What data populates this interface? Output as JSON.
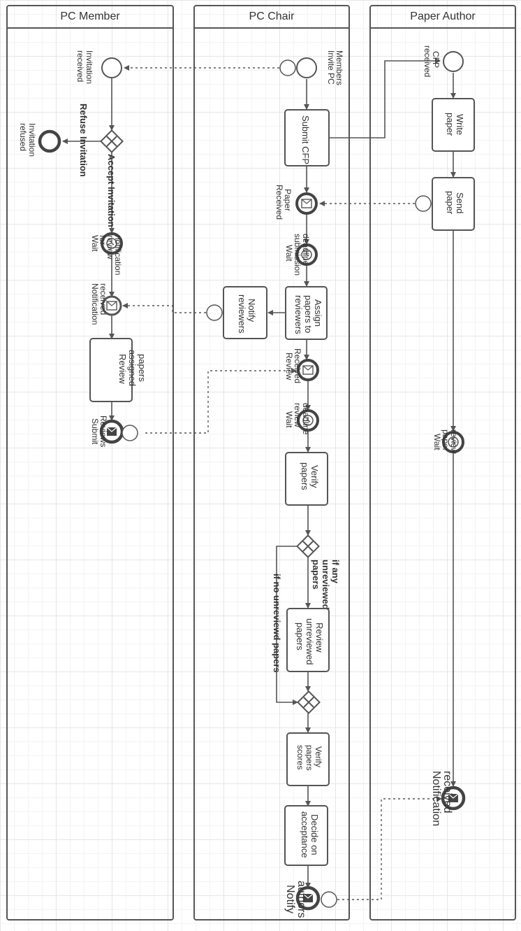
{
  "lanes": {
    "member": "PC Member",
    "chair": "PC Chair",
    "author": "Paper Author"
  },
  "member": {
    "invitation_received": [
      "Invitation",
      "received"
    ],
    "refuse_invitation": "Refuse Invitation",
    "invitation_refused": [
      "Invitation",
      "refused"
    ],
    "accept_invitation": "Accept Invitation",
    "wait_review_notification": [
      "Wait",
      "for",
      "review",
      "notification"
    ],
    "notification_received": [
      "Notification",
      "received"
    ],
    "review_assigned_papers": [
      "Review",
      "assigned",
      "papers"
    ],
    "submit_reviews": [
      "Submit",
      "Reviews"
    ]
  },
  "chair": {
    "invite_pc_members": [
      "Invite PC",
      "Members"
    ],
    "submit_cfp": "Submit CFP",
    "paper_received": [
      "Paper",
      "Received"
    ],
    "wait_submission_deadline": [
      "Wait",
      "submission",
      "deadline"
    ],
    "assign_papers": [
      "Assign",
      "papers to",
      "reviewers"
    ],
    "notify_reviewers": [
      "Notify",
      "reviewers"
    ],
    "review_received": [
      "Review",
      "Received"
    ],
    "wait_review_deadline": [
      "Wait",
      "review",
      "deadline"
    ],
    "verify_papers": [
      "Verify",
      "papers"
    ],
    "if_any_unreviewed": [
      "if any",
      "unreviewed",
      "papers"
    ],
    "if_no_unreviewed": "if no unreviewd papers",
    "review_unreviewed_papers": [
      "Review",
      "unreviewed",
      "papers"
    ],
    "verify_papers_scores": [
      "Verify",
      "papers",
      "scores"
    ],
    "decide_on_acceptance": [
      "Decide on",
      "acceptance"
    ],
    "notify_authors": [
      "Notify",
      "authors"
    ]
  },
  "author": {
    "cfp_received": [
      "CFP",
      "received"
    ],
    "write_paper": [
      "Write",
      "paper"
    ],
    "send_paper": [
      "Send",
      "paper"
    ],
    "wait_paper_review": [
      "Wait",
      "paper",
      "review"
    ],
    "notification_received": [
      "Notification",
      "received"
    ]
  },
  "colors": {
    "line": "#555555",
    "fill": "#ffffff",
    "text": "#333333"
  }
}
